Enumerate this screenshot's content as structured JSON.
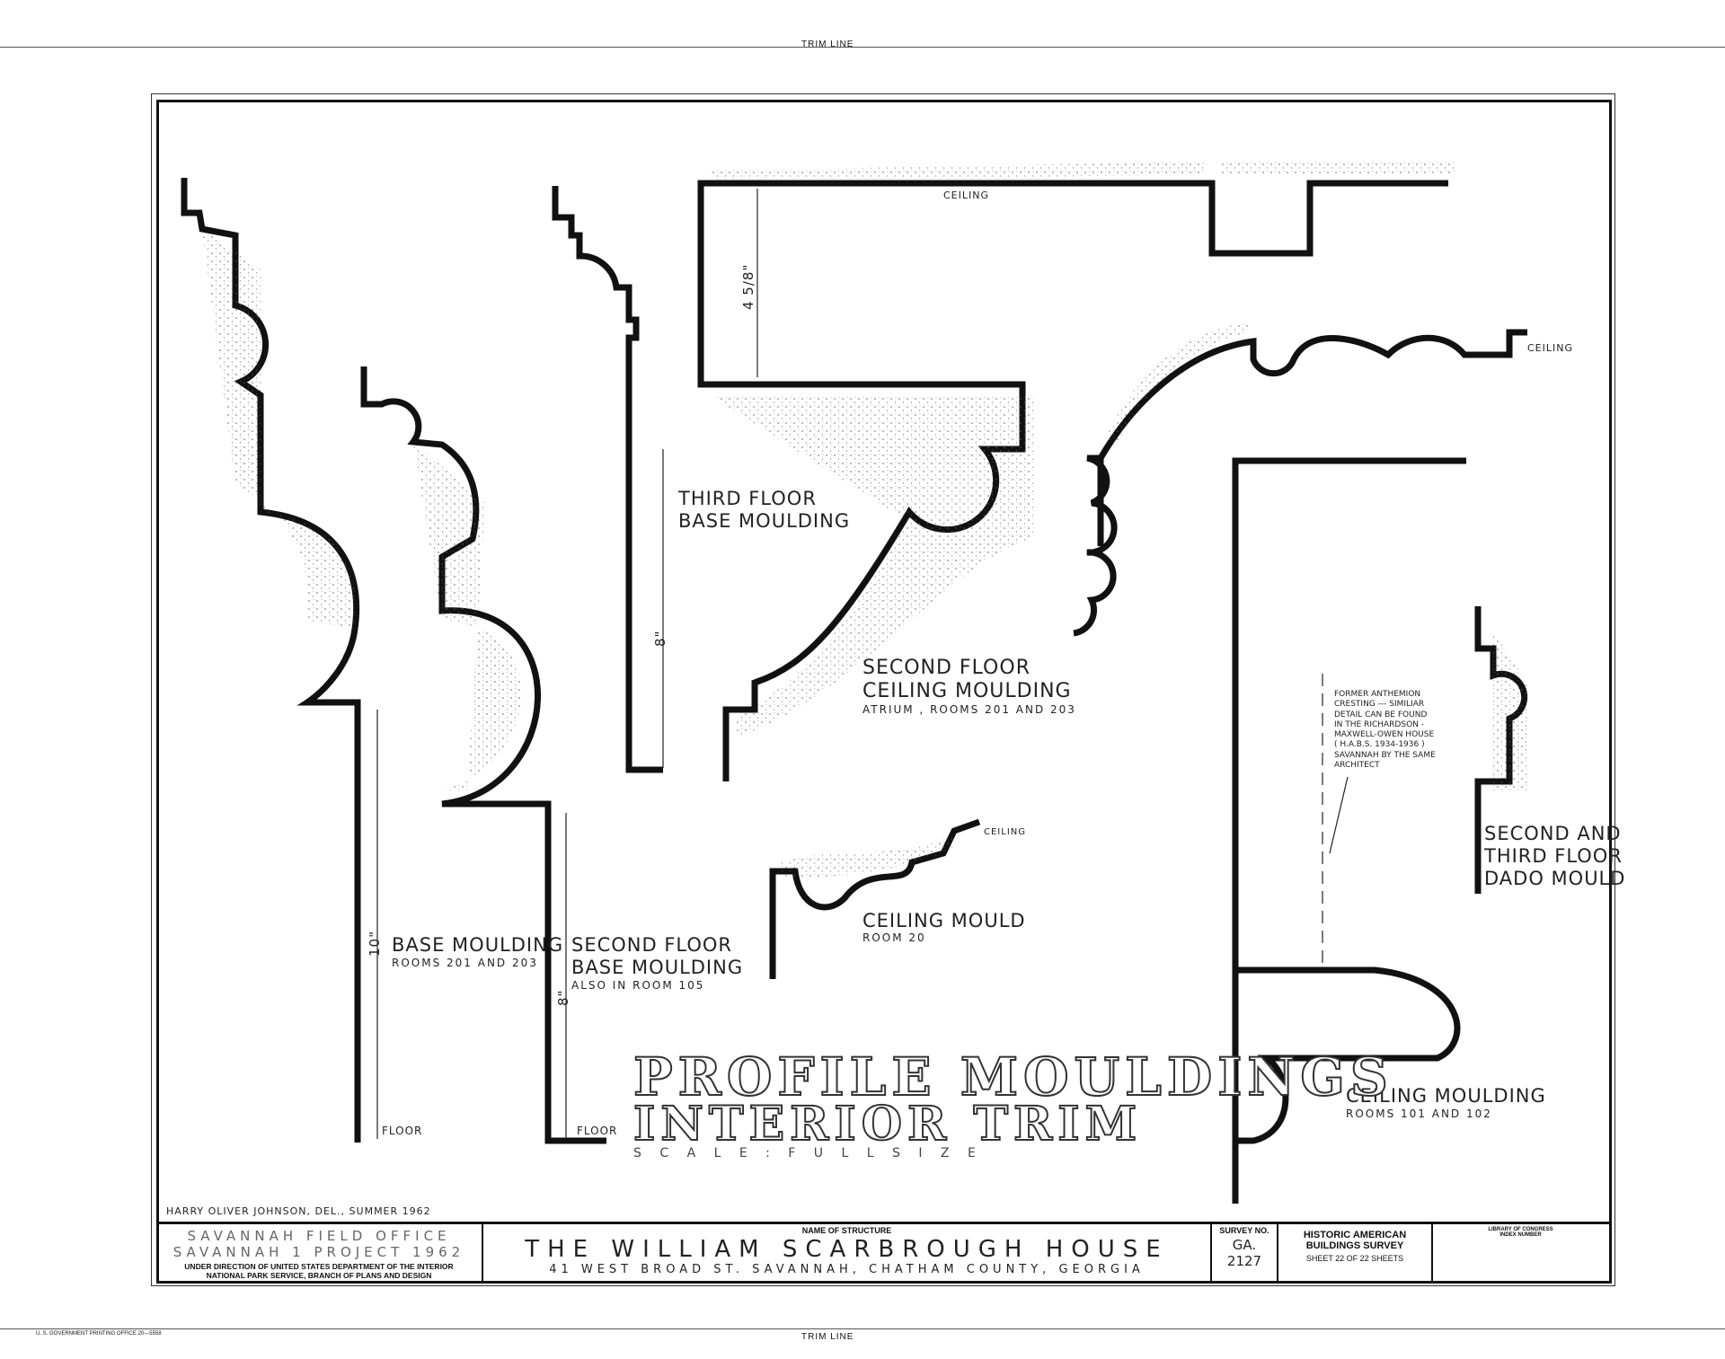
{
  "sheet": {
    "trim_line_top": "TRIM LINE",
    "trim_line_bottom": "TRIM LINE",
    "printing_office": "U. S. GOVERNMENT PRINTING OFFICE   20—5558"
  },
  "drawing_labels": {
    "ceiling_top": "CEILING",
    "ceiling_right": "CEILING",
    "ceiling_mould_small": "CEILING",
    "dim_4_5_8": "4 5/8\"",
    "dim_8_a": "8\"",
    "dim_10": "10\"",
    "dim_8_b": "8\"",
    "floor_a": "FLOOR",
    "floor_b": "FLOOR",
    "third_floor_base": [
      "THIRD FLOOR",
      "BASE MOULDING"
    ],
    "second_floor_ceiling": [
      "SECOND FLOOR",
      "CEILING MOULDING",
      "ATRIUM , ROOMS 201 AND 203"
    ],
    "base_moulding": [
      "BASE MOULDING",
      "ROOMS 201 AND 203"
    ],
    "second_floor_base": [
      "SECOND FLOOR",
      "BASE MOULDING",
      "ALSO IN ROOM 105"
    ],
    "ceiling_mould": [
      "CEILING MOULD",
      "ROOM 20"
    ],
    "dado": [
      "SECOND AND",
      "THIRD FLOOR",
      "DADO MOULD"
    ],
    "ceiling_moulding_bottom": [
      "CEILING MOULDING",
      "ROOMS 101 AND 102"
    ],
    "former_note": [
      "FORMER ANTHEMION",
      "CRESTING --- SIMILIAR",
      "DETAIL CAN BE FOUND",
      "IN THE RICHARDSON -",
      "MAXWELL-OWEN HOUSE",
      "( H.A.B.S. 1934-1936 )",
      "SAVANNAH BY THE SAME",
      "ARCHITECT"
    ]
  },
  "title": {
    "line1": "PROFILE MOULDINGS",
    "line2": "INTERIOR TRIM",
    "scale": "S C A L E : F U L L  S I Z E"
  },
  "credit": "HARRY OLIVER JOHNSON, DEL., SUMMER 1962",
  "title_block": {
    "field_office": "SAVANNAH FIELD OFFICE",
    "project": "SAVANNAH 1 PROJECT 1962",
    "direction_1": "UNDER DIRECTION OF UNITED STATES DEPARTMENT OF THE INTERIOR",
    "direction_2": "NATIONAL PARK SERVICE, BRANCH OF PLANS AND DESIGN",
    "name_caption": "NAME OF STRUCTURE",
    "structure_name": "THE WILLIAM SCARBROUGH HOUSE",
    "address": "41 WEST BROAD ST. SAVANNAH, CHATHAM COUNTY, GEORGIA",
    "survey_caption": "SURVEY NO.",
    "survey_state": "GA.",
    "survey_number": "2127",
    "habs_1": "HISTORIC AMERICAN",
    "habs_2": "BUILDINGS SURVEY",
    "sheet_count": "SHEET 22 OF 22 SHEETS",
    "loc_1": "LIBRARY OF CONGRESS",
    "loc_2": "INDEX NUMBER"
  }
}
